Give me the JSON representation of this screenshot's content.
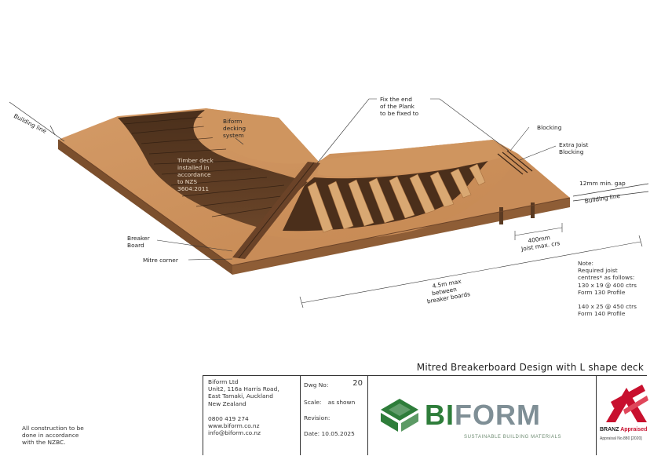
{
  "drawing": {
    "labels": {
      "building_line_left": "Building line",
      "biform_decking": [
        "Biform",
        "decking",
        "system"
      ],
      "timber_deck": [
        "Timber deck",
        "installed in",
        "accordance",
        "to NZS",
        "3604:2011"
      ],
      "fix_end": [
        "Fix the end",
        "of the Plank",
        "to be fixed to"
      ],
      "blocking": "Blocking",
      "extra_joist": [
        "Extra Joist",
        "Blocking"
      ],
      "gap": "12mm min. gap",
      "building_line_right": "Building line",
      "joist_spacing": [
        "400mm",
        "Joist max. crs"
      ],
      "breaker_board": [
        "Breaker",
        "Board"
      ],
      "mitre_corner": "Mitre corner",
      "max_length": [
        "4.5m max",
        "between",
        "breaker boards"
      ]
    },
    "notes": [
      "Note:",
      "Required joist",
      "centres* as follows:",
      "130 x 19 @ 400 ctrs",
      "Form 130 Profile",
      "",
      "140 x 25 @ 450 ctrs",
      "Form 140 Profile"
    ]
  },
  "title": "Mitred Breakerboard Design with L shape deck",
  "construction_note": [
    "All construction to be",
    "done in accordance",
    "with the NZBC."
  ],
  "company": {
    "lines": [
      "Biform Ltd",
      "Unit2, 116a Harris Road,",
      "East Tamaki, Auckland",
      "New Zealand"
    ],
    "phone": "0800 419 274",
    "web": "www.biform.co.nz",
    "email": "info@biform.co.nz"
  },
  "sheet_info": {
    "dwg_label": "Dwg No:",
    "dwg_no": "20",
    "scale_label": "Scale:",
    "scale": "as shown",
    "revision_label": "Revision:",
    "date_label": "Date:",
    "date": "10.05.2025"
  },
  "logo": {
    "word_bi": "BI",
    "word_form": "FORM",
    "tagline": "SUSTAINABLE BUILDING MATERIALS"
  },
  "branz": {
    "word": "BRANZ",
    "appraised": "Appraised",
    "sub": "Appraisal No.880 [2020]"
  },
  "colors": {
    "deck_tan": "#c98f5c",
    "deck_edge": "#8a5a33",
    "timber_dark": "#5a3a22",
    "joist": "#d7a46f",
    "shadow": "#3b2617",
    "brand_green": "#2e7d3a",
    "brand_grey": "#7f8f96",
    "branz_red": "#c8102e"
  }
}
